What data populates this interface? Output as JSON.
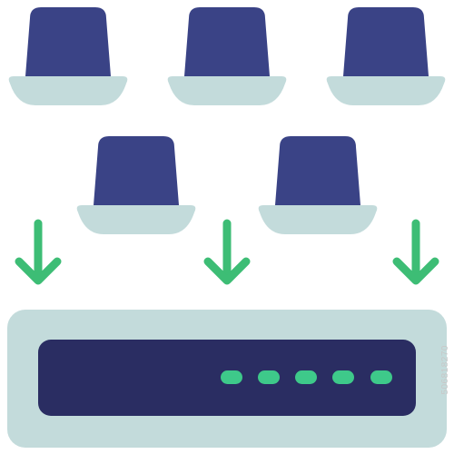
{
  "illustration": {
    "subject": "hats-dropping-into-network-switch",
    "icons": {
      "hat": "top-hat-icon",
      "arrow": "arrow-down-icon",
      "device": "network-switch-icon",
      "light": "status-light"
    },
    "hat_count": 5,
    "arrow_count": 3,
    "status_light_count": 5
  },
  "watermark": {
    "id_text": "506818270"
  },
  "colors": {
    "hat_crown": "#3a4386",
    "hat_brim": "#c3dbdb",
    "arrow": "#3dbd75",
    "device_body": "#c3dbdb",
    "device_panel": "#2a2d62",
    "status_light": "#3ec98a",
    "background": "#ffffff"
  }
}
